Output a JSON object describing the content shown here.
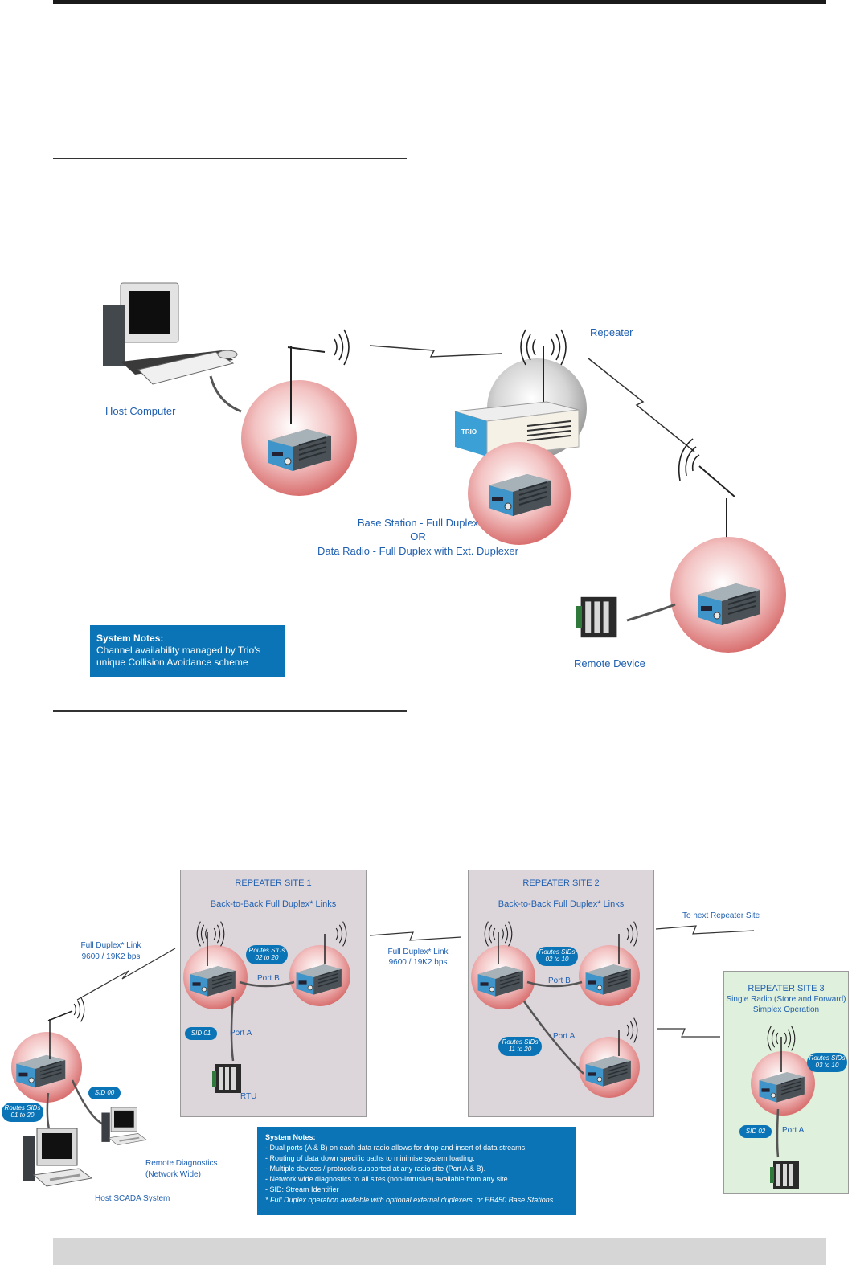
{
  "diagram1": {
    "host_computer": "Host Computer",
    "repeater": "Repeater",
    "base_station": "Base Station - Full Duplex",
    "or": "OR",
    "data_radio": "Data Radio - Full Duplex with Ext. Duplexer",
    "remote_device": "Remote Device",
    "device_logo": "TRIO",
    "notes_title": "System Notes:",
    "notes_lines": [
      "Channel availability managed by Trio's",
      "unique Collision Avoidance scheme"
    ]
  },
  "diagram2": {
    "site1": {
      "title": "REPEATER SITE 1",
      "subtitle": "Back-to-Back Full Duplex* Links",
      "routes_a": "Routes SIDs",
      "routes_b": "02 to 20",
      "port_b": "Port B",
      "sid": "SID 01",
      "port_a": "Port A",
      "rtu": "RTU"
    },
    "site2": {
      "title": "REPEATER SITE 2",
      "subtitle": "Back-to-Back Full Duplex* Links",
      "routes_top_a": "Routes SIDs",
      "routes_top_b": "02 to 10",
      "port_b": "Port B",
      "routes_bot_a": "Routes SIDs",
      "routes_bot_b": "11 to 20",
      "port_a": "Port A"
    },
    "site3": {
      "title": "REPEATER SITE 3",
      "subtitle1": "Single Radio (Store and Forward)",
      "subtitle2": "Simplex Operation",
      "routes_a": "Routes SIDs",
      "routes_b": "03 to 10",
      "sid": "SID 02",
      "port_a": "Port A"
    },
    "link_left_1": "Full Duplex* Link",
    "link_left_2": "9600 / 19K2 bps",
    "link_mid_1": "Full Duplex* Link",
    "link_mid_2": "9600 / 19K2 bps",
    "to_next": "To next Repeater Site",
    "host_routes_a": "Routes SIDs",
    "host_routes_b": "01 to 20",
    "sid00": "SID 00",
    "remote_diag_1": "Remote Diagnostics",
    "remote_diag_2": "(Network Wide)",
    "host_scada": "Host SCADA System",
    "notes_title": "System Notes:",
    "notes_lines": [
      "- Dual ports (A & B) on each data radio allows for drop-and-insert of data streams.",
      "- Routing of data down specific paths to minimise system loading.",
      "- Multiple devices / protocols supported at any radio site (Port A & B).",
      "- Network wide diagnostics to all sites (non-intrusive) available from any site.",
      "- SID: Stream Identifier"
    ],
    "notes_last": "* Full Duplex operation available with optional external duplexers, or EB450 Base Stations"
  }
}
